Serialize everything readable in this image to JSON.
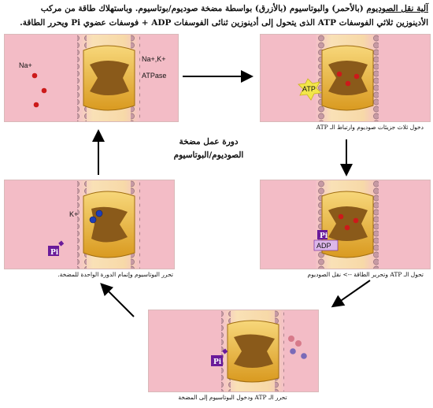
{
  "header": {
    "line1_title": "آلية نقل الصوديوم",
    "line1_rest": " (بالأحمر) والبوتاسيوم (بالأزرق) بواسطة مضخة صوديوم/بوتاسيوم. وباستهلاك طاقة من مركب",
    "line2": "الأدينوزين ثلاثي الفوسفات ATP الذى يتحول إلى أدينوزين ثنائى الفوسفات ADP + فوسفات عضوي Pi ويحرر الطاقة."
  },
  "panels": {
    "p1": {
      "na_label": "Na+",
      "pump_label_1": "Na+,K+",
      "pump_label_2": "ATPase"
    },
    "p2": {
      "atp_label": "ATP",
      "caption": "دخول ثلاث جزيئات صوديوم وارتباط الـ ATP"
    },
    "p3": {
      "pi_label": "Pi",
      "adp_label": "ADP",
      "caption": "تحول الـ ATP وتحرير الطاقة --> نقل الصوديوم"
    },
    "p4": {
      "pi_label": "Pi",
      "caption": "تحرر الـ ATP ودخول البوتاسيوم إلى المضخة"
    },
    "p5": {
      "k_label": "K+",
      "pi_label": "Pi",
      "caption": "تحرر البوتاسيوم وإتمام الدورة الواحدة للمضخة."
    }
  },
  "cycle_label": {
    "line1": "دورة عمل مضخة",
    "line2": "الصوديوم/البوتاسيوم"
  },
  "colors": {
    "sodium": "#cc1a1a",
    "potassium": "#1f3fb8",
    "pump": "#e9b53a",
    "membrane": "#f6d6a3",
    "phosphate": "#6a1b9a",
    "atp_star": "#f2e64a"
  }
}
